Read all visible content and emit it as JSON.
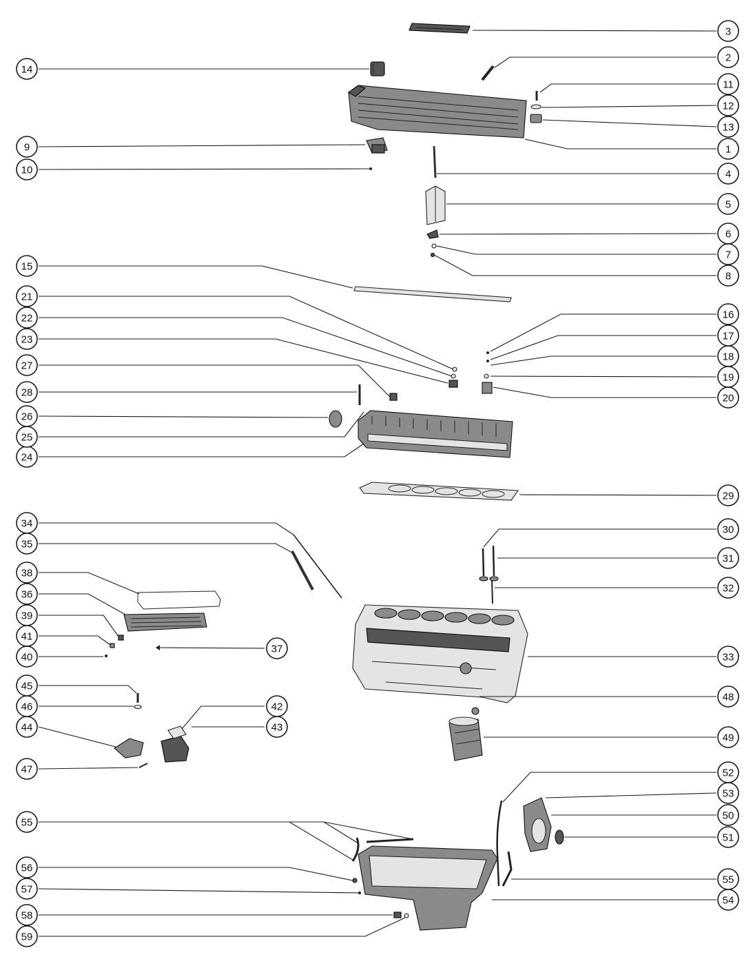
{
  "callouts": [
    "1",
    "2",
    "3",
    "4",
    "5",
    "6",
    "7",
    "8",
    "9",
    "10",
    "11",
    "12",
    "13",
    "14",
    "15",
    "16",
    "17",
    "18",
    "19",
    "20",
    "21",
    "22",
    "23",
    "24",
    "25",
    "26",
    "27",
    "28",
    "29",
    "30",
    "31",
    "32",
    "33",
    "34",
    "35",
    "36",
    "37",
    "38",
    "39",
    "40",
    "41",
    "42",
    "43",
    "44",
    "45",
    "46",
    "47",
    "48",
    "49",
    "50",
    "51",
    "52",
    "53",
    "54",
    "55",
    "56",
    "57",
    "58",
    "59"
  ],
  "colors": {
    "line": "#1a1a1a",
    "paper": "#ffffff",
    "shade": "#8a8a8a"
  }
}
